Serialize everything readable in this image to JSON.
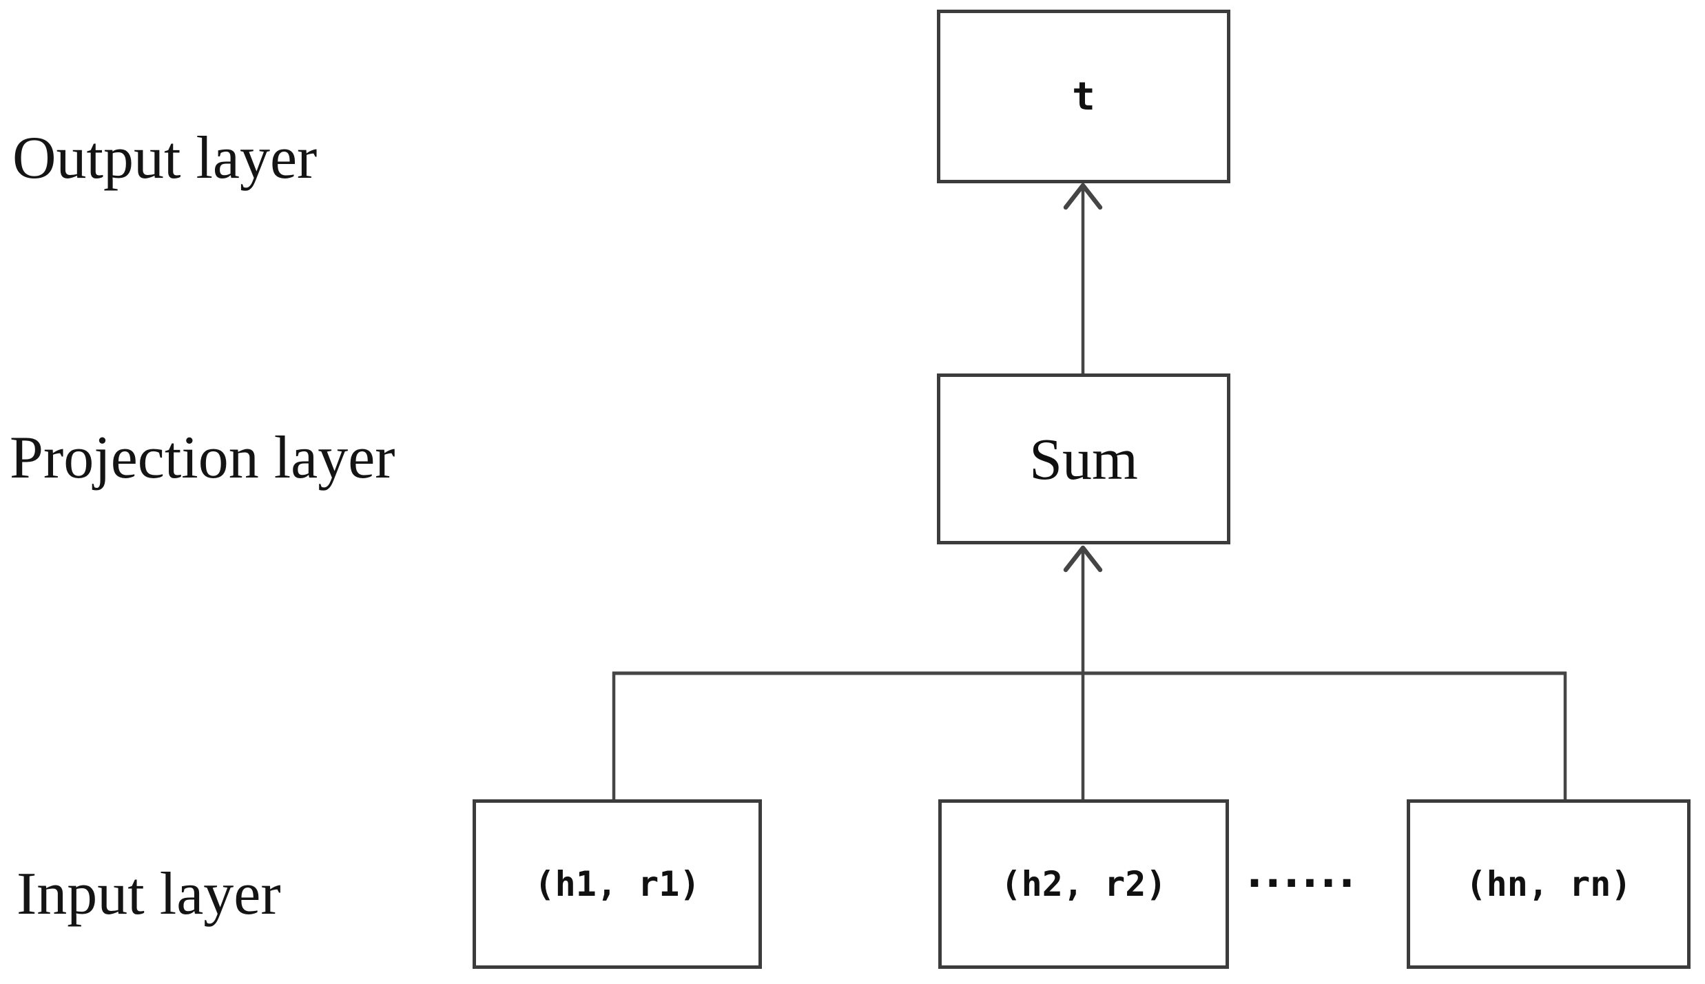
{
  "diagram": {
    "layer_labels": {
      "output": "Output layer",
      "projection": "Projection layer",
      "input": "Input layer"
    },
    "nodes": {
      "output": "t",
      "projection": "Sum",
      "inputs": [
        "(h1, r1)",
        "(h2, r2)",
        "(hn, rn)"
      ],
      "ellipsis": "······"
    },
    "colors": {
      "background": "#ffffff",
      "box_border": "#3c3c3c",
      "connector": "#454545",
      "text": "#111111"
    }
  }
}
